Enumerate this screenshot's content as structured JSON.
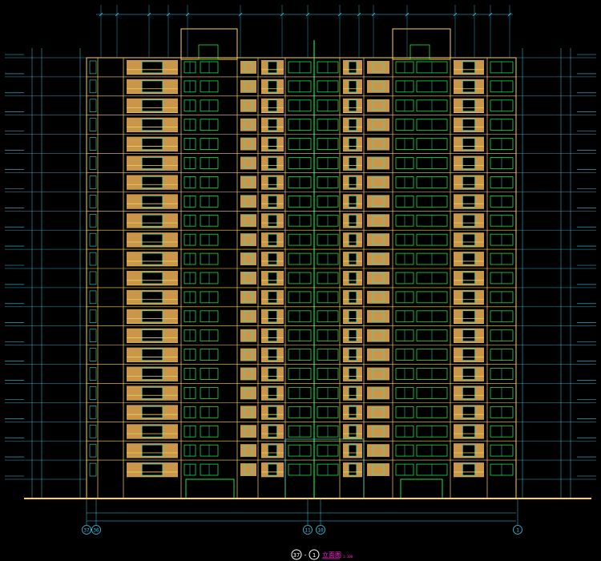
{
  "drawing": {
    "title_left_bubble": "37",
    "title_dash": "-",
    "title_right_bubble": "1",
    "title_text": "立面图",
    "title_scale": "1:100",
    "bottom_axes": [
      "37",
      "36",
      "11",
      "10",
      "1"
    ],
    "floor_count": 22,
    "colors": {
      "background": "#000000",
      "outline": "#ffd24a",
      "panel": "#c9964a",
      "window": "#18e04a",
      "glass": "#2fe0c8",
      "dim": "#38c8e8",
      "railing": "#e8d060",
      "text_magenta": "#ff2ad6",
      "text_white": "#ffffff"
    }
  }
}
